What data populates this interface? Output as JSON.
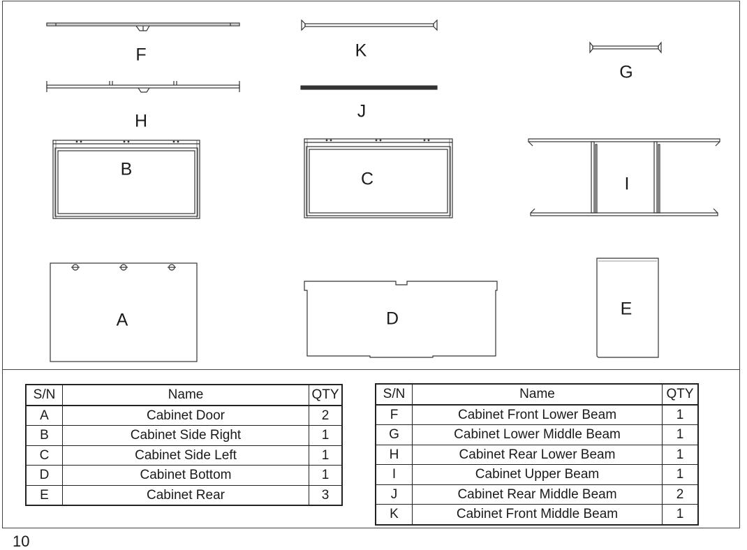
{
  "parts": {
    "F": "F",
    "K": "K",
    "G": "G",
    "H": "H",
    "J": "J",
    "B": "B",
    "C": "C",
    "I": "I",
    "A": "A",
    "D": "D",
    "E": "E"
  },
  "left_table": {
    "headers": [
      "S/N",
      "Name",
      "QTY"
    ],
    "rows": [
      {
        "sn": "A",
        "name": "Cabinet Door",
        "qty": "2"
      },
      {
        "sn": "B",
        "name": "Cabinet Side Right",
        "qty": "1"
      },
      {
        "sn": "C",
        "name": "Cabinet Side Left",
        "qty": "1"
      },
      {
        "sn": "D",
        "name": "Cabinet Bottom",
        "qty": "1"
      },
      {
        "sn": "E",
        "name": "Cabinet Rear",
        "qty": "3"
      }
    ]
  },
  "right_table": {
    "headers": [
      "S/N",
      "Name",
      "QTY"
    ],
    "rows": [
      {
        "sn": "F",
        "name": "Cabinet Front Lower Beam",
        "qty": "1"
      },
      {
        "sn": "G",
        "name": "Cabinet Lower Middle Beam",
        "qty": "1"
      },
      {
        "sn": "H",
        "name": "Cabinet Rear Lower Beam",
        "qty": "1"
      },
      {
        "sn": "I",
        "name": "Cabinet Upper Beam",
        "qty": "1"
      },
      {
        "sn": "J",
        "name": "Cabinet Rear Middle Beam",
        "qty": "2"
      },
      {
        "sn": "K",
        "name": "Cabinet Front Middle Beam",
        "qty": "1"
      }
    ]
  },
  "page_number": "10"
}
